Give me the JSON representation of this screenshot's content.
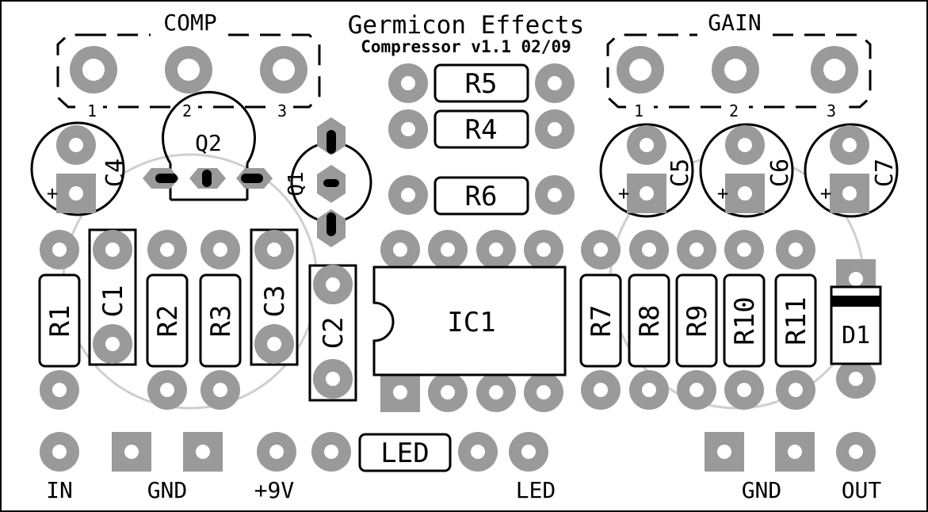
{
  "header": {
    "title": "Germicon Effects",
    "subtitle": "Compressor v1.1 02/09"
  },
  "pots": {
    "comp": {
      "label": "COMP",
      "pins": [
        "1",
        "2",
        "3"
      ]
    },
    "gain": {
      "label": "GAIN",
      "pins": [
        "1",
        "2",
        "3"
      ]
    }
  },
  "resistors_top": {
    "r5": "R5",
    "r4": "R4",
    "r6": "R6"
  },
  "capacitors_electrolytic": {
    "c4": "C4",
    "c5": "C5",
    "c6": "C6",
    "c7": "C7",
    "plus": "+"
  },
  "transistors": {
    "q1": "Q1",
    "q2": "Q2"
  },
  "resistors_left": {
    "r1": "R1",
    "r2": "R2",
    "r3": "R3"
  },
  "capacitors_film": {
    "c1": "C1",
    "c2": "C2",
    "c3": "C3"
  },
  "ic": {
    "label": "IC1"
  },
  "resistors_right": {
    "r7": "R7",
    "r8": "R8",
    "r9": "R9",
    "r10": "R10",
    "r11": "R11"
  },
  "diode": {
    "label": "D1"
  },
  "led": {
    "label": "LED"
  },
  "connectors": {
    "in": "IN",
    "gnd_left": "GND",
    "v9": "+9V",
    "led": "LED",
    "gnd_right": "GND",
    "out": "OUT"
  },
  "colors": {
    "pad": "#9a9a9a",
    "outline": "#c8c8c8",
    "silk": "#000000",
    "board": "#ffffff"
  }
}
